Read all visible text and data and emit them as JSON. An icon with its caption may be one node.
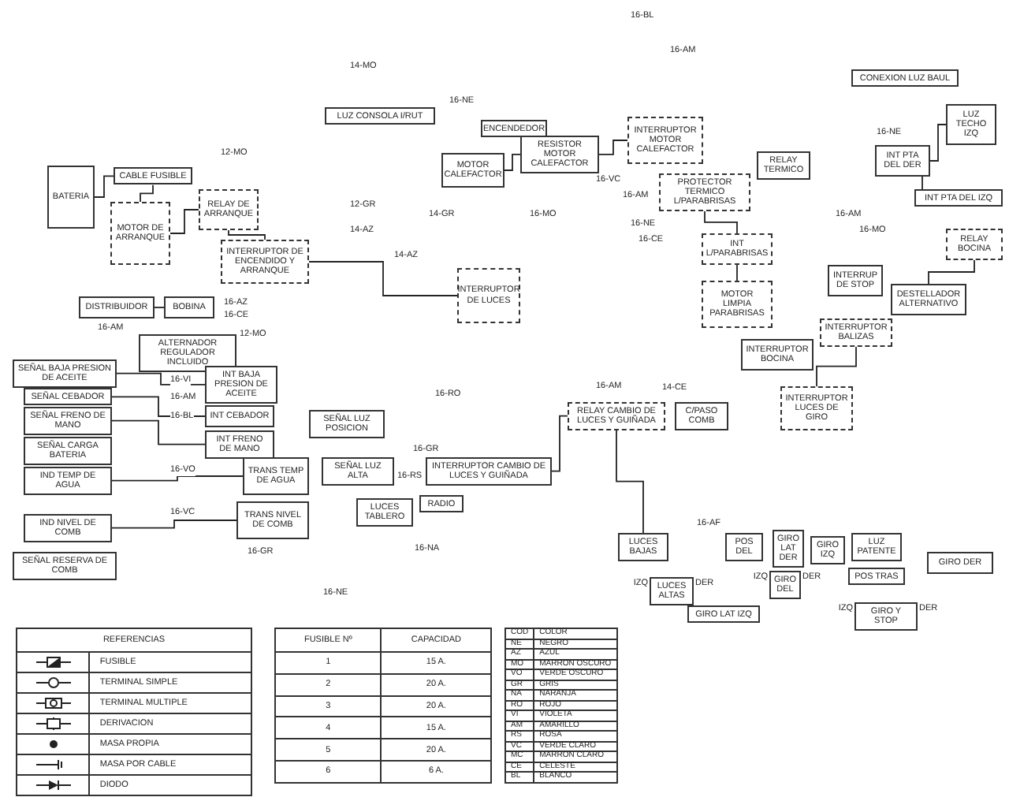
{
  "diagram": {
    "nodes": [
      {
        "text": [
          "BATERIA"
        ]
      },
      {
        "text": [
          "CABLE FUSIBLE"
        ]
      },
      {
        "text": [
          "MOTOR DE ARRANQUE"
        ]
      },
      {
        "text": [
          "RELAY DE ARRANQUE"
        ]
      },
      {
        "text": [
          "INTERRUPTOR DE ENCENDIDO Y ARRANQUE"
        ]
      },
      {
        "text": [
          "LUZ CONSOLA I/RUT"
        ]
      },
      {
        "text": [
          "ENCENDEDOR"
        ]
      },
      {
        "text": [
          "MOTOR CALEFACTOR"
        ]
      },
      {
        "text": [
          "RESISTOR MOTOR CALEFACTOR"
        ]
      },
      {
        "text": [
          "INTERRUPTOR MOTOR CALEFACTOR"
        ]
      },
      {
        "text": [
          "PROTECTOR TERMICO L/PARABRISAS"
        ]
      },
      {
        "text": [
          "RELAY TERMICO"
        ]
      },
      {
        "text": [
          "CONEXION LUZ BAUL"
        ]
      },
      {
        "text": [
          "LUZ TECHO IZQ"
        ]
      },
      {
        "text": [
          "INT PTA DEL DER"
        ]
      },
      {
        "text": [
          "INT PTA DEL IZQ"
        ]
      },
      {
        "text": [
          "INTERRUPTOR DE LUCES"
        ]
      },
      {
        "text": [
          "INT L/PARABRISAS"
        ]
      },
      {
        "text": [
          "MOTOR LIMPIA PARABRISAS"
        ]
      },
      {
        "text": [
          "RELAY BOCINA"
        ]
      },
      {
        "text": [
          "INTERRUP DE STOP"
        ]
      },
      {
        "text": [
          "DESTELLADOR ALTERNATIVO"
        ]
      },
      {
        "text": [
          "INTERRUPTOR BALIZAS"
        ]
      },
      {
        "text": [
          "INTERRUPTOR BOCINA"
        ]
      },
      {
        "text": [
          "INTERRUPTOR LUCES DE GIRO"
        ]
      },
      {
        "text": [
          "DISTRIBUIDOR"
        ]
      },
      {
        "text": [
          "BOBINA"
        ]
      },
      {
        "text": [
          "ALTERNADOR REGULADOR INCLUIDO"
        ]
      },
      {
        "text": [
          "SEÑAL BAJA PRESION DE ACEITE"
        ]
      },
      {
        "text": [
          "INT BAJA PRESION DE ACEITE"
        ]
      },
      {
        "text": [
          "SEÑAL CEBADOR"
        ]
      },
      {
        "text": [
          "INT CEBADOR"
        ]
      },
      {
        "text": [
          "SEÑAL FRENO DE MANO"
        ]
      },
      {
        "text": [
          "INT FRENO DE MANO"
        ]
      },
      {
        "text": [
          "SEÑAL CARGA BATERIA"
        ]
      },
      {
        "text": [
          "IND TEMP DE AGUA"
        ]
      },
      {
        "text": [
          "TRANS TEMP DE AGUA"
        ]
      },
      {
        "text": [
          "IND NIVEL DE COMB"
        ]
      },
      {
        "text": [
          "TRANS NIVEL DE COMB"
        ]
      },
      {
        "text": [
          "SEÑAL RESERVA DE COMB"
        ]
      },
      {
        "text": [
          "SEÑAL LUZ POSICION"
        ]
      },
      {
        "text": [
          "SEÑAL LUZ ALTA"
        ]
      },
      {
        "text": [
          "LUCES TABLERO"
        ]
      },
      {
        "text": [
          "RADIO"
        ]
      },
      {
        "text": [
          "RELAY CAMBIO DE LUCES Y GUIÑADA"
        ]
      },
      {
        "text": [
          "INTERRUPTOR CAMBIO DE LUCES Y GUIÑADA"
        ]
      },
      {
        "text": [
          "C/PASO COMB"
        ]
      },
      {
        "text": [
          "LUCES BAJAS"
        ]
      },
      {
        "text": [
          "LUCES ALTAS"
        ],
        "beside": [
          "IZQ",
          "DER"
        ]
      },
      {
        "text": [
          "POS DEL"
        ]
      },
      {
        "text": [
          "GIRO DEL"
        ],
        "beside": [
          "IZQ",
          "DER"
        ]
      },
      {
        "text": [
          "GIRO LAT DER"
        ]
      },
      {
        "text": [
          "GIRO LAT IZQ"
        ]
      },
      {
        "text": [
          "GIRO IZQ"
        ]
      },
      {
        "text": [
          "LUZ PATENTE"
        ]
      },
      {
        "text": [
          "POS TRAS"
        ]
      },
      {
        "text": [
          "GIRO Y STOP"
        ],
        "beside": [
          "IZQ",
          "DER"
        ]
      },
      {
        "text": [
          "GIRO DER"
        ]
      }
    ],
    "edges": [
      {
        "from": 0,
        "to": 1,
        "arrow": "none"
      },
      {
        "from": 1,
        "to": 2,
        "arrow": "none"
      },
      {
        "from": 2,
        "to": 3,
        "arrow": "none"
      },
      {
        "from": 3,
        "to": 4,
        "arrow": "none"
      },
      {
        "from": 4,
        "to": 16,
        "arrow": "none"
      },
      {
        "from": 25,
        "to": 26,
        "arrow": "none"
      },
      {
        "from": 28,
        "to": 29,
        "arrow": "none"
      },
      {
        "from": 30,
        "to": 31,
        "arrow": "none"
      },
      {
        "from": 32,
        "to": 33,
        "arrow": "none"
      },
      {
        "from": 35,
        "to": 36,
        "arrow": "none"
      },
      {
        "from": 37,
        "to": 38,
        "arrow": "none"
      },
      {
        "from": 44,
        "to": 45,
        "arrow": "none"
      },
      {
        "from": 44,
        "to": 47,
        "arrow": "none"
      },
      {
        "from": 17,
        "to": 18,
        "arrow": "none"
      },
      {
        "from": 10,
        "to": 17,
        "arrow": "none"
      },
      {
        "from": 13,
        "to": 14,
        "arrow": "none"
      },
      {
        "from": 14,
        "to": 15,
        "arrow": "none"
      },
      {
        "from": 9,
        "to": 8,
        "arrow": "none"
      },
      {
        "from": 8,
        "to": 7,
        "arrow": "none"
      },
      {
        "from": 19,
        "to": 21,
        "arrow": "none"
      },
      {
        "from": 22,
        "to": 24,
        "arrow": "none"
      }
    ],
    "labels": [
      "12-MO",
      "14-MO",
      "16-BL",
      "16-AM",
      "16-NE",
      "12-GR",
      "14-GR",
      "14-AZ",
      "14-AZ",
      "16-MO",
      "16-NE",
      "16-CE",
      "16-VC",
      "16-AM",
      "16-NE",
      "16-AM",
      "16-MO",
      "16-AM",
      "16-AZ",
      "16-CE",
      "12-MO",
      "16-VI",
      "16-AM",
      "16-BL",
      "16-VO",
      "16-VC",
      "16-GR",
      "16-NE",
      "16-RO",
      "16-GR",
      "16-RS",
      "16-NA",
      "16-AM",
      "14-CE",
      "16-AF",
      "REFERENCIAS",
      "FUSIBLE Nº",
      "CAPACIDAD",
      "1",
      "15 A.",
      "2",
      "20 A.",
      "3",
      "20 A.",
      "4",
      "15 A.",
      "5",
      "20 A.",
      "6",
      "6 A.",
      "COD",
      "COLOR",
      "NE",
      "NEGRO",
      "AZ",
      "AZUL",
      "MO",
      "MARRON OSCURO",
      "VO",
      "VERDE OSCURO",
      "GR",
      "GRIS",
      "NA",
      "NARANJA",
      "RO",
      "ROJO",
      "VI",
      "VIOLETA",
      "AM",
      "AMARILLO",
      "RS",
      "ROSA",
      "VC",
      "VERDE CLARO",
      "MC",
      "MARRON CLARO",
      "CE",
      "CELESTE",
      "BL",
      "BLANCO"
    ],
    "legend": [
      {
        "text": "FUSIBLE"
      },
      {
        "text": "TERMINAL SIMPLE"
      },
      {
        "text": "TERMINAL MULTIPLE"
      },
      {
        "text": "DERIVACION"
      },
      {
        "text": "MASA PROPIA"
      },
      {
        "text": "MASA POR CABLE"
      },
      {
        "text": "DIODO"
      }
    ]
  }
}
